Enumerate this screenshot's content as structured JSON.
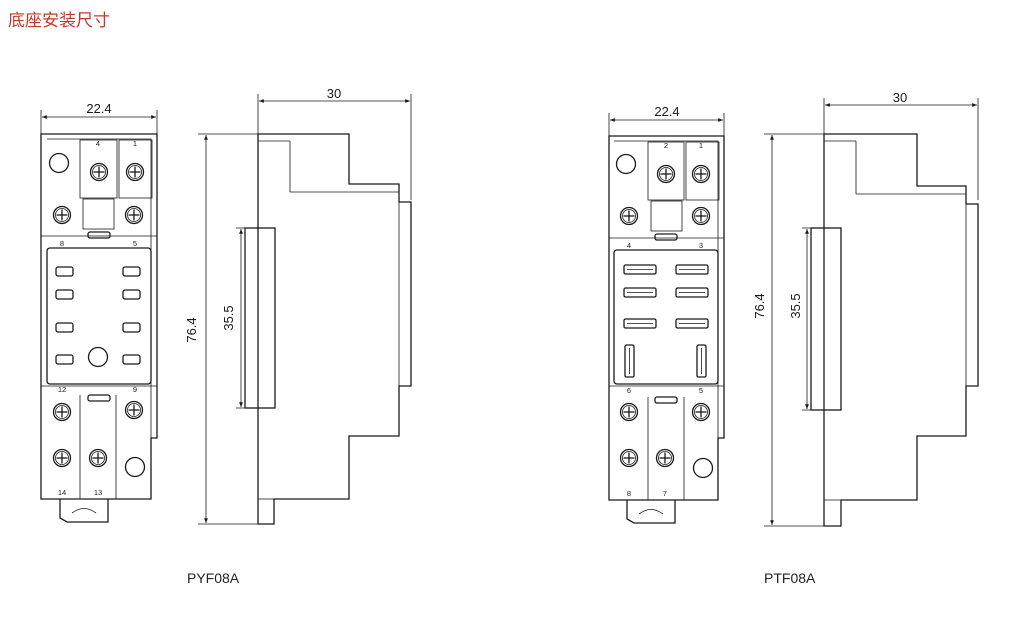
{
  "page": {
    "title": "底座安装尺寸"
  },
  "colors": {
    "title": "#c0392b",
    "line": "#1a1a1a",
    "background": "#ffffff"
  },
  "models": [
    {
      "name": "PYF08A",
      "dims": {
        "width": "22.4",
        "depth": "30",
        "height": "76.4",
        "rail": "35.5"
      },
      "terminals": {
        "top": [
          "4",
          "1"
        ],
        "upper": [
          "8",
          "5"
        ],
        "lower": [
          "12",
          "9"
        ],
        "bottom": [
          "14",
          "13"
        ]
      }
    },
    {
      "name": "PTF08A",
      "dims": {
        "width": "22.4",
        "depth": "30",
        "height": "76.4",
        "rail": "35.5"
      },
      "terminals": {
        "top": [
          "2",
          "1"
        ],
        "upper": [
          "4",
          "3"
        ],
        "lower": [
          "6",
          "5"
        ],
        "bottom": [
          "8",
          "7"
        ]
      }
    }
  ]
}
